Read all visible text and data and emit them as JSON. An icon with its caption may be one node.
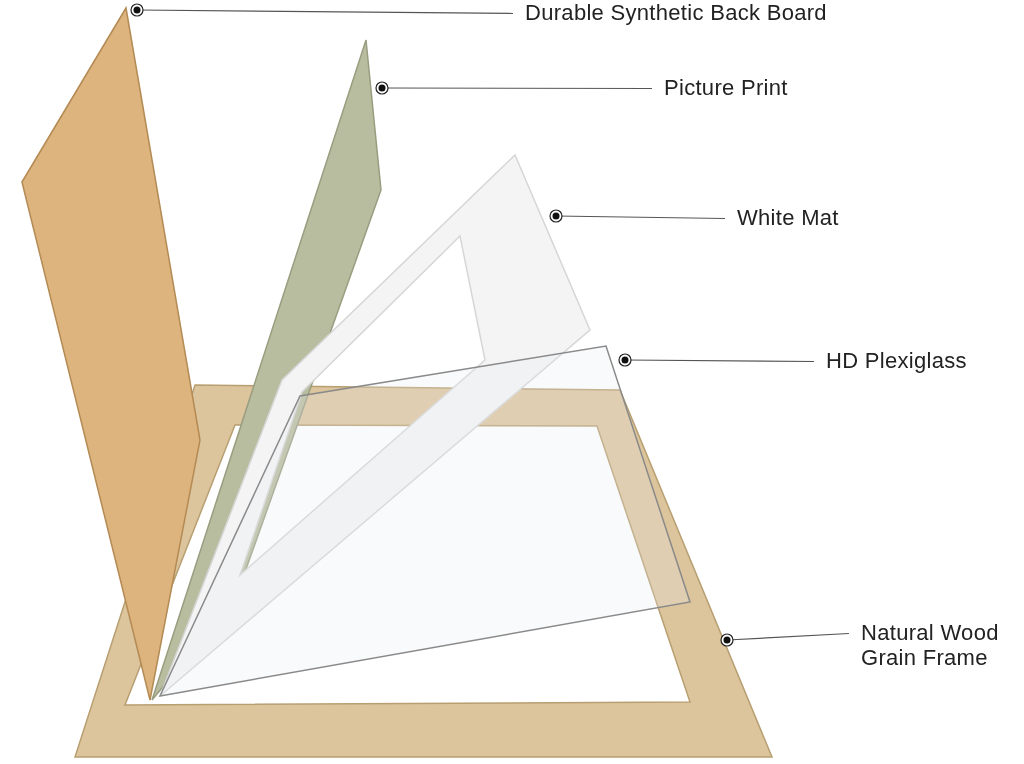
{
  "diagram": {
    "nodes": [
      {
        "text": [
          "Durable Synthetic Back Board"
        ]
      },
      {
        "text": [
          "Picture Print"
        ]
      },
      {
        "text": [
          "White Mat"
        ]
      },
      {
        "text": [
          "HD Plexiglass"
        ]
      },
      {
        "text": [
          "Natural Wood Grain Frame"
        ]
      },
      {
        "text": [],
        "shape": "picture"
      },
      {
        "text": [],
        "shape": "picture"
      },
      {
        "text": [],
        "shape": "picture"
      },
      {
        "text": [],
        "shape": "picture"
      },
      {
        "text": [],
        "shape": "picture"
      }
    ],
    "edges": [
      {
        "from": 0,
        "to": 5,
        "arrow": "other"
      },
      {
        "from": 1,
        "to": 6,
        "arrow": "other"
      },
      {
        "from": 2,
        "to": 7,
        "arrow": "other"
      },
      {
        "from": 3,
        "to": 8,
        "arrow": "other"
      },
      {
        "from": 4,
        "to": 9,
        "arrow": "other"
      }
    ]
  }
}
